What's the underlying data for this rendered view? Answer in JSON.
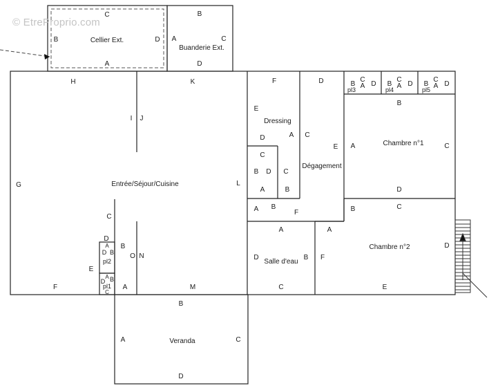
{
  "watermark": "© EtreProprio.com",
  "rooms": [
    {
      "key": "cellier",
      "name": "Cellier Ext.",
      "walls": {
        "top": "C",
        "left": "B",
        "right": "D",
        "bottom": "A"
      }
    },
    {
      "key": "buanderie",
      "name": "Buanderie Ext.",
      "walls": {
        "top": "B",
        "left": "A",
        "right": "C",
        "bottom": "D"
      }
    },
    {
      "key": "sejour",
      "name": "Entrée/Séjour/Cuisine",
      "walls": {
        "top_left": "H",
        "top_right": "K",
        "partition_left": "I",
        "partition_right": "J",
        "left": "G",
        "right": "L",
        "bottom_left": "F",
        "bottom_right": "M",
        "partition_c": "C",
        "wc_side": "E",
        "wc_b": "B",
        "wc_a": "A",
        "partition_o": "O",
        "partition_n": "N"
      }
    },
    {
      "key": "dressing",
      "name": "Dressing",
      "walls": {
        "top": "F",
        "left": "E",
        "bottom": "D",
        "right": "A"
      }
    },
    {
      "key": "placard",
      "name": "",
      "walls": {
        "top": "C",
        "left": "B",
        "right": "D",
        "inner": "C",
        "bottom": "A",
        "side": "B",
        "corner_a": "A",
        "corner_b": "B",
        "corner_f": "F"
      }
    },
    {
      "key": "degagement",
      "name": "Dégagement",
      "walls": {
        "top": "D",
        "left": "C",
        "right": "E"
      }
    },
    {
      "key": "pl3",
      "name": "pl3",
      "walls": {
        "b": "B",
        "c": "C",
        "a": "A",
        "d": "D"
      }
    },
    {
      "key": "pl4",
      "name": "pl4",
      "walls": {
        "b": "B",
        "c": "C",
        "a": "A",
        "d": "D"
      }
    },
    {
      "key": "pl5",
      "name": "pl5",
      "walls": {
        "b": "B",
        "c": "C",
        "a": "A",
        "d": "D"
      }
    },
    {
      "key": "chambre1",
      "name": "Chambre n°1",
      "walls": {
        "top": "B",
        "left": "A",
        "right": "C",
        "bottom": "D"
      }
    },
    {
      "key": "chambre2",
      "name": "Chambre n°2",
      "walls": {
        "top": "C",
        "left": "F",
        "right": "D",
        "bottom": "E",
        "top_left": "B",
        "corner_a": "A"
      }
    },
    {
      "key": "salle_eau",
      "name": "Salle d'eau",
      "walls": {
        "top": "A",
        "left": "D",
        "right": "B",
        "bottom": "C"
      }
    },
    {
      "key": "pl2",
      "name": "pl2",
      "walls": {
        "top": "D",
        "a": "A",
        "d": "D",
        "b": "B"
      }
    },
    {
      "key": "pl1",
      "name": "pl1",
      "walls": {
        "a": "A",
        "d": "D",
        "b": "B",
        "c": "C"
      }
    },
    {
      "key": "veranda",
      "name": "Veranda",
      "walls": {
        "top": "B",
        "left": "A",
        "right": "C",
        "bottom": "D"
      }
    }
  ]
}
